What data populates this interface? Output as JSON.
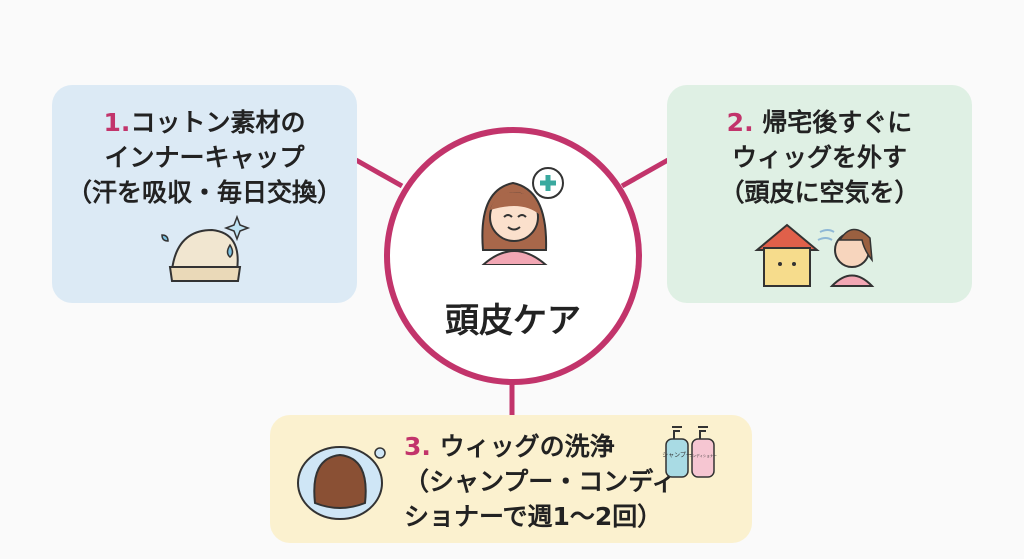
{
  "center": {
    "title": "頭皮ケア"
  },
  "steps": [
    {
      "number": "1.",
      "lines": [
        "コットン素材の",
        "インナーキャップ",
        "（汗を吸収・毎日交換）"
      ]
    },
    {
      "number": "2.",
      "lines": [
        "帰宅後すぐに",
        "ウィッグを外す",
        "（頭皮に空気を）"
      ]
    },
    {
      "number": "3.",
      "lines": [
        "ウィッグの洗浄",
        "（シャンプー・コンディ",
        "ショナーで週1〜2回）"
      ]
    }
  ],
  "bottles": {
    "shampoo": "シャンプー",
    "conditioner": "コンディショナー"
  },
  "colors": {
    "accent": "#c2346b",
    "box1": "#dceaf5",
    "box2": "#dff0e4",
    "box3": "#fbf1cf"
  }
}
